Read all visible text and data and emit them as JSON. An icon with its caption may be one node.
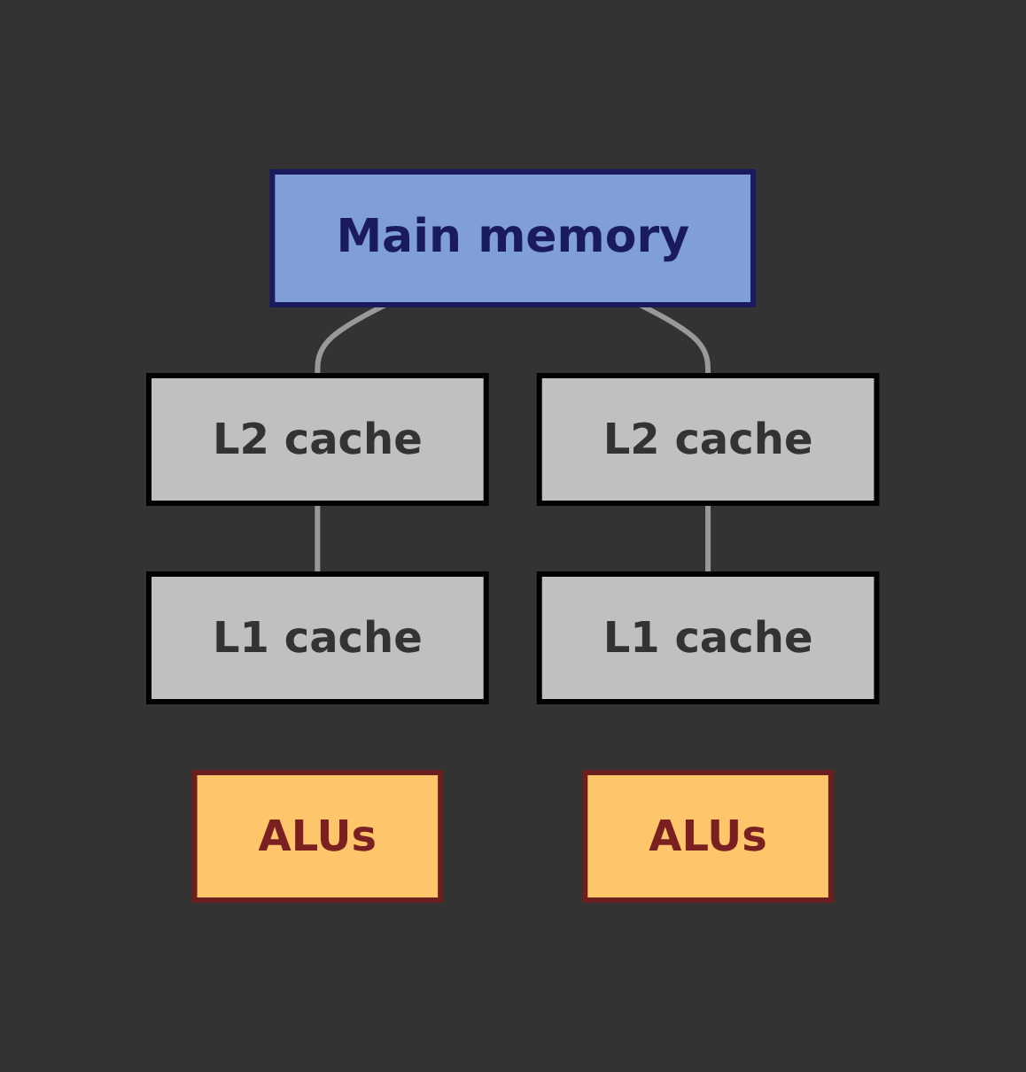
{
  "diagram": {
    "nodes": [
      {
        "text": [
          "Main memory"
        ]
      },
      {
        "text": [
          "L2 cache"
        ]
      },
      {
        "text": [
          "L2 cache"
        ]
      },
      {
        "text": [
          "L1 cache"
        ]
      },
      {
        "text": [
          "L1 cache"
        ]
      },
      {
        "text": [
          "ALUs"
        ]
      },
      {
        "text": [
          "ALUs"
        ]
      }
    ],
    "edges": [
      {
        "from": 0,
        "to": 1,
        "arrow": "none"
      },
      {
        "from": 0,
        "to": 2,
        "arrow": "none"
      },
      {
        "from": 1,
        "to": 3,
        "arrow": "none"
      },
      {
        "from": 2,
        "to": 4,
        "arrow": "none"
      }
    ]
  }
}
